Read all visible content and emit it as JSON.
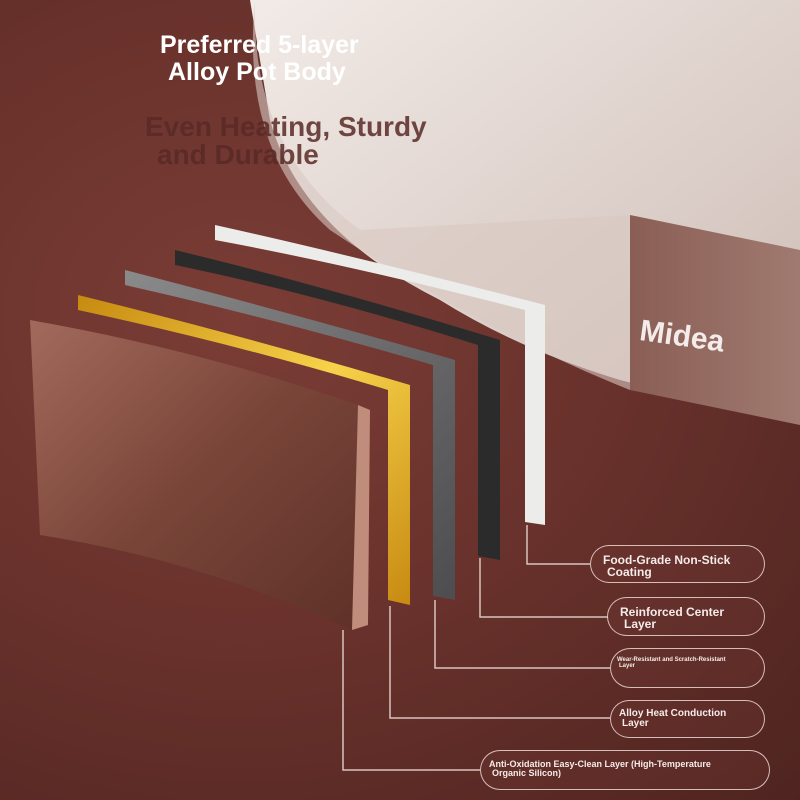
{
  "headline": {
    "line1": "Preferred 5-layer",
    "line2": "Alloy Pot Body"
  },
  "subheadline": {
    "line1": "Even Heating, Sturdy",
    "line2": "and Durable"
  },
  "brand_logo": "Midea",
  "layers": [
    {
      "line1": "Food-Grade Non-Stick",
      "line2": "Coating"
    },
    {
      "line1": "Reinforced Center",
      "line2": "Layer"
    },
    {
      "line1": "Wear-Resistant and Scratch-Resistant",
      "line2": "Layer"
    },
    {
      "line1": "Alloy Heat Conduction",
      "line2": "Layer"
    },
    {
      "line1": "Anti-Oxidation Easy-Clean Layer (High-Temperature",
      "line2": "Organic Silicon)"
    }
  ],
  "colors": {
    "background": "#6a322c",
    "pot": "#e8ddd8",
    "copper": "#7e4a40",
    "gold": "#e0a520",
    "steel": "#6f6f70",
    "foam": "#2a2a2a",
    "white": "#ececea"
  }
}
